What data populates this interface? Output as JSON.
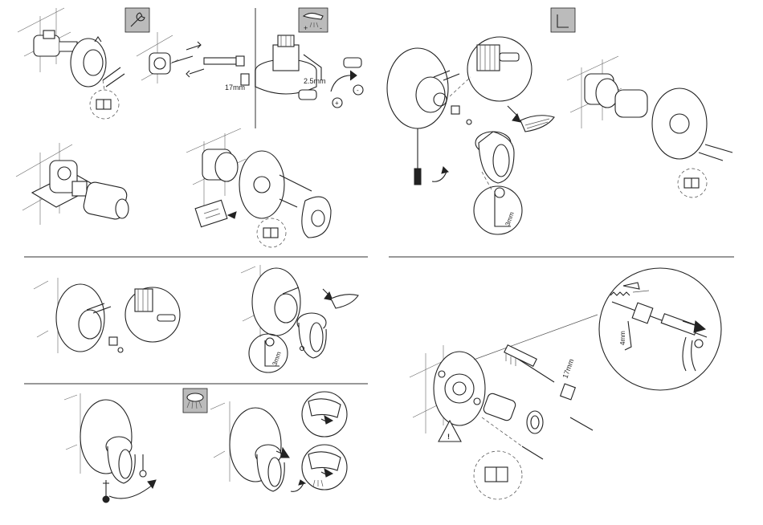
{
  "labels": {
    "wrench_17mm_top": "17mm",
    "hex_2_5mm": "2.5mm",
    "plus_symbol": "+",
    "minus_symbol": "-",
    "hex_3mm_a": "3mm",
    "hex_3mm_b": "3mm",
    "wrench_17mm_bottom": "17mm",
    "wrench_4mm": "4mm",
    "warning_symbol": "!"
  },
  "icons": {
    "wrench_tool": "wrench-icon",
    "temperature_control": "water-spout-icon",
    "hex_key_tool": "hex-key-icon",
    "shower_spray": "shower-spray-icon"
  },
  "colors": {
    "line": "#222222",
    "icon_box": "#bbbbbb",
    "divider": "#999999"
  }
}
